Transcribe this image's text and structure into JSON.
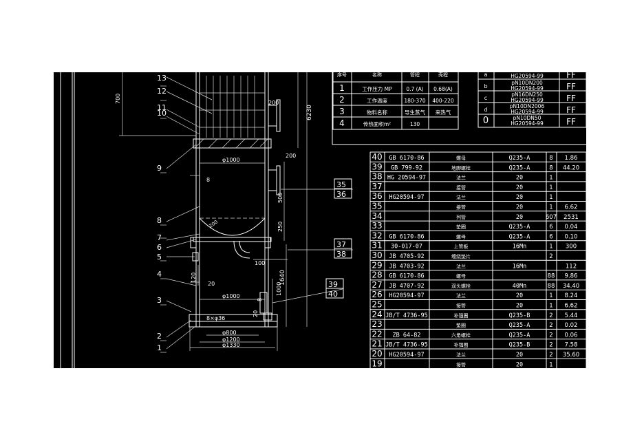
{
  "vessel": {
    "label_numbers": [
      "13",
      "12",
      "11",
      "10",
      "9",
      "8",
      "7",
      "6",
      "5",
      "4",
      "3",
      "2",
      "1"
    ],
    "dimensions": {
      "d700": "700",
      "d6230": "6230",
      "d200": "200",
      "phi1000_top": "φ1000",
      "d8_top": "8",
      "d500": "500",
      "d250": "250",
      "d100": "100",
      "r200": "200",
      "d1640": "1640",
      "d120": "120",
      "d20": "20",
      "phi1000_bottom": "φ1000",
      "d1000": "1000",
      "d8_bottom": "8",
      "holes": "8×φ36",
      "d20_low": "20",
      "phi800": "φ800",
      "phi1200": "φ1200",
      "phi1330": "φ1330"
    },
    "callouts": [
      "35",
      "36",
      "37",
      "38",
      "39",
      "40"
    ]
  },
  "tech_table": {
    "header": [
      "序号",
      "名称",
      "管程",
      "壳程"
    ],
    "rows": [
      [
        "1",
        "工作压力 MP",
        "0.7 (A)",
        "0.68(A)"
      ],
      [
        "2",
        "工作温度",
        "180-370",
        "400-220"
      ],
      [
        "3",
        "物料名称",
        "导生蒸气",
        "来热气"
      ],
      [
        "4",
        "传热面积m²",
        "130",
        ""
      ]
    ]
  },
  "nozzle_table": {
    "rows": [
      [
        "a",
        "HG20594-99",
        "FF"
      ],
      [
        "b",
        "pN10DN200 HG20594-99",
        "FF"
      ],
      [
        "c",
        "pN16DN250 HG20594-99",
        "FF"
      ],
      [
        "d",
        "pN10DN2006 HG20594-99",
        "FF"
      ],
      [
        "0",
        "pN10DN50 HG20594-99",
        "FF"
      ]
    ]
  },
  "parts_list": {
    "rows": [
      [
        "40",
        "GB 6170-86",
        "螺母",
        "Q235-A",
        "8",
        "1.86"
      ],
      [
        "39",
        "GB 799-92",
        "地脚螺栓",
        "Q235-A",
        "8",
        "44.20"
      ],
      [
        "38",
        "HG 20594-97",
        "法兰",
        "20",
        "1",
        ""
      ],
      [
        "37",
        "",
        "接管",
        "20",
        "1",
        ""
      ],
      [
        "36",
        "HG20594-97",
        "法兰",
        "20",
        "1",
        ""
      ],
      [
        "35",
        "",
        "接管",
        "20",
        "1",
        "6.62"
      ],
      [
        "34",
        "",
        "列管",
        "20",
        "607",
        "2531"
      ],
      [
        "33",
        "",
        "垫圈",
        "Q235-A",
        "6",
        "0.04"
      ],
      [
        "32",
        "GB 6170-86",
        "螺母",
        "Q235-A",
        "6",
        "0.10"
      ],
      [
        "31",
        "30-017-07",
        "上管板",
        "16Mn",
        "1",
        "300"
      ],
      [
        "30",
        "JB 4705-92",
        "缠绕垫片",
        "",
        "2",
        ""
      ],
      [
        "29",
        "JB 4703-92",
        "法兰",
        "16Mn",
        "",
        "112"
      ],
      [
        "28",
        "GB 6170-86",
        "螺母",
        "",
        "88",
        "9.86"
      ],
      [
        "27",
        "JB 4707-92",
        "双头螺栓",
        "40Mn",
        "88",
        "34.40"
      ],
      [
        "26",
        "HG20594-97",
        "法兰",
        "20",
        "1",
        "8.24"
      ],
      [
        "25",
        "",
        "接管",
        "20",
        "1",
        "6.62"
      ],
      [
        "24",
        "JB/T 4736-95",
        "补强圈",
        "Q235-B",
        "2",
        "5.44"
      ],
      [
        "23",
        "",
        "垫圈",
        "Q235-A",
        "2",
        "0.02"
      ],
      [
        "22",
        "ZB 64-82",
        "六角螺栓",
        "Q235-A",
        "2",
        "0.06"
      ],
      [
        "21",
        "JB/T 4736-95",
        "补强圈",
        "Q235-B",
        "2",
        "7.58"
      ],
      [
        "20",
        "HG20594-97",
        "法兰",
        "20",
        "2",
        "35.60"
      ],
      [
        "19",
        "",
        "接管",
        "20",
        "1",
        ""
      ]
    ]
  }
}
